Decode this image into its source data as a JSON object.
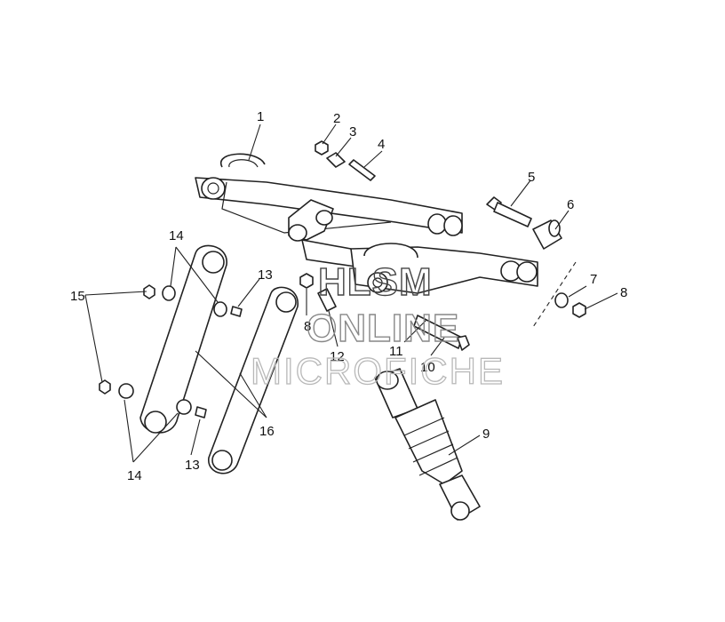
{
  "callouts": {
    "c1": "1",
    "c2": "2",
    "c3": "3",
    "c4": "4",
    "c5": "5",
    "c6": "6",
    "c7": "7",
    "c8a": "8",
    "c8b": "8",
    "c9": "9",
    "c10": "10",
    "c11": "11",
    "c12": "12",
    "c13a": "13",
    "c13b": "13",
    "c14a": "14",
    "c14b": "14",
    "c15": "15",
    "c16": "16"
  },
  "watermark": {
    "line1": "HLSM",
    "line2": "ONLINE",
    "line3": "MICROFICHE"
  }
}
